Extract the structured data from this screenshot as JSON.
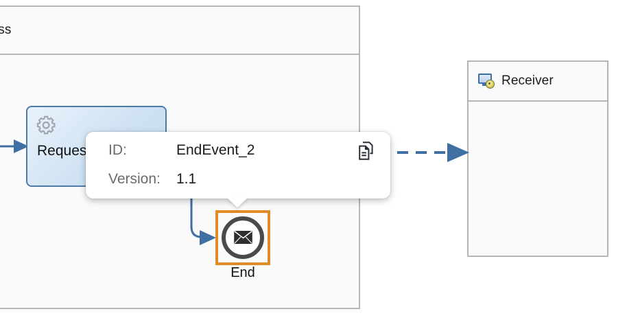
{
  "diagram": {
    "type": "bpmn-collaboration-diagram",
    "colors": {
      "pool_border": "#b6b6b6",
      "pool_fill": "#fafafa",
      "task_border": "#4f7aa8",
      "task_fill": "#cfe2f3",
      "flow_blue": "#3f6fa3",
      "selection_orange": "#e08a28",
      "event_ring": "#4a4a4a",
      "tooltip_bg": "#ffffff",
      "tooltip_key_text": "#6b6b6b",
      "tooltip_value_text": "#1b1b1b"
    },
    "pools": [
      {
        "name": "process-pool",
        "title": "cess",
        "title_truncated": true,
        "has_icon": false,
        "clipped_left": true
      },
      {
        "name": "receiver-pool",
        "title": "Receiver",
        "title_truncated": false,
        "has_icon": true,
        "icon": "monitor-receiver-icon",
        "clipped_left": false
      }
    ],
    "elements": [
      {
        "name": "service-task-request",
        "label": "Request",
        "label_truncated": true,
        "icon": "gear-icon",
        "shape": "rounded-rectangle"
      },
      {
        "name": "message-end-event",
        "label": "End",
        "icon": "envelope-icon",
        "shape": "thick-circle",
        "selected": true
      }
    ],
    "connectors": [
      {
        "name": "incoming-sequence-flow",
        "style": "solid",
        "arrow": "filled"
      },
      {
        "name": "sequence-flow-to-end",
        "style": "solid",
        "arrow": "filled"
      },
      {
        "name": "message-flow-to-receiver",
        "style": "dashed",
        "arrow": "filled"
      }
    ]
  },
  "tooltip": {
    "rows": [
      {
        "key": "ID:",
        "value": "EndEvent_2"
      },
      {
        "key": "Version:",
        "value": "1.1"
      }
    ],
    "copy_icon": "copy-icon"
  }
}
